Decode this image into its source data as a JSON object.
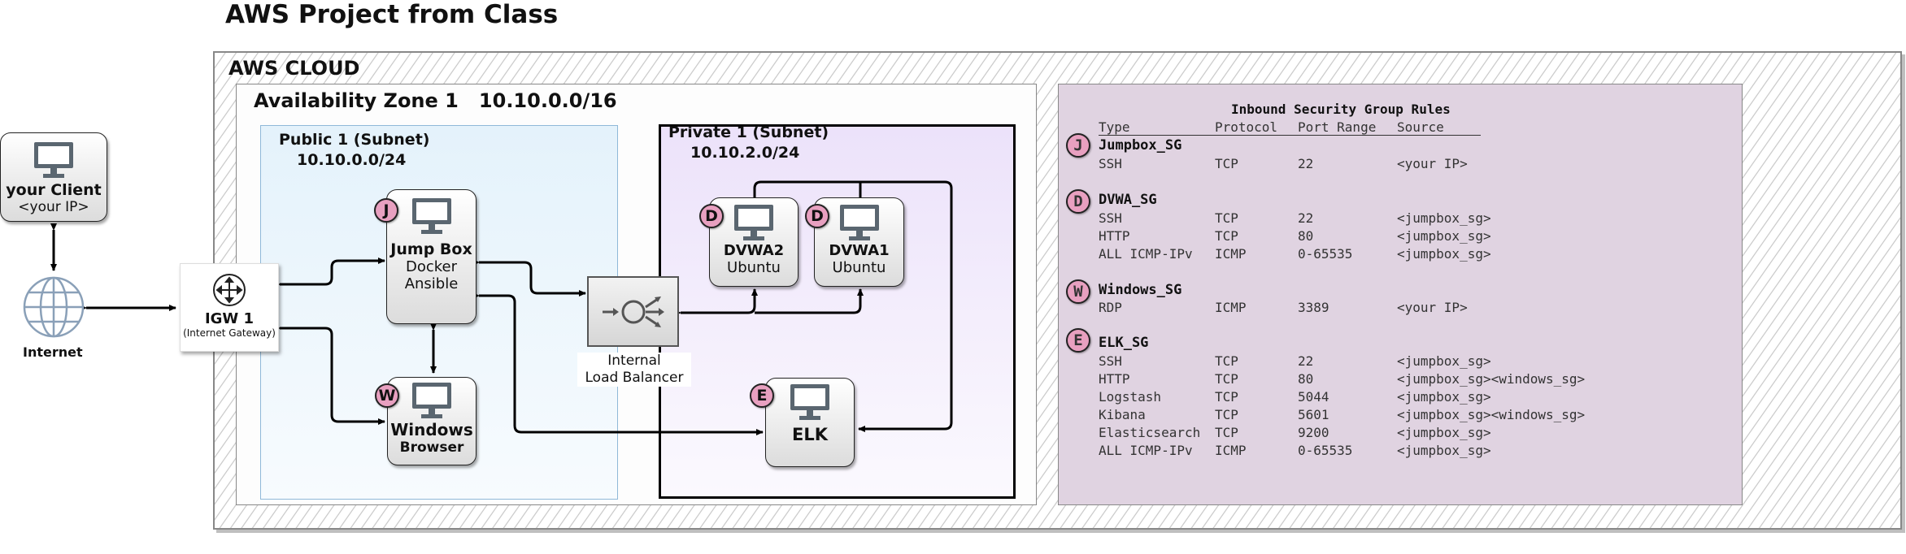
{
  "title": "AWS Project from Class",
  "cloud_label": "AWS CLOUD",
  "az_label": "Availability Zone 1   10.10.0.0/16",
  "public_subnet": {
    "name": "Public 1 (Subnet)",
    "cidr": "10.10.0.0/24"
  },
  "private_subnet": {
    "name": "Private 1 (Subnet)",
    "cidr": "10.10.2.0/24"
  },
  "client": {
    "title": "your Client",
    "subtitle": "<your IP>"
  },
  "internet": {
    "label": "Internet"
  },
  "igw": {
    "title": "IGW 1",
    "subtitle": "(Internet Gateway)"
  },
  "jumpbox": {
    "badge": "J",
    "title": "Jump Box",
    "line2": "Docker",
    "line3": "Ansible"
  },
  "windows": {
    "badge": "W",
    "title": "Windows",
    "subtitle": "Browser"
  },
  "load_balancer": {
    "line1": "Internal",
    "line2": "Load Balancer"
  },
  "dvwa2": {
    "badge": "D",
    "title": "DVWA2",
    "subtitle": "Ubuntu"
  },
  "dvwa1": {
    "badge": "D",
    "title": "DVWA1",
    "subtitle": "Ubuntu"
  },
  "elk": {
    "badge": "E",
    "title": "ELK"
  },
  "security_groups": {
    "title": "Inbound Security Group Rules",
    "headers": [
      "Type",
      "Protocol",
      "Port Range",
      "Source"
    ],
    "groups": [
      {
        "badge": "J",
        "name": "Jumpbox_SG",
        "rules": [
          [
            "SSH",
            "TCP",
            "22",
            "<your IP>"
          ]
        ]
      },
      {
        "badge": "D",
        "name": "DVWA_SG",
        "rules": [
          [
            "SSH",
            "TCP",
            "22",
            "<jumpbox_sg>"
          ],
          [
            "HTTP",
            "TCP",
            "80",
            "<jumpbox_sg>"
          ],
          [
            "ALL ICMP-IPv",
            "ICMP",
            "0-65535",
            "<jumpbox_sg>"
          ]
        ]
      },
      {
        "badge": "W",
        "name": "Windows_SG",
        "rules": [
          [
            "RDP",
            "ICMP",
            "3389",
            "<your IP>"
          ]
        ]
      },
      {
        "badge": "E",
        "name": "ELK_SG",
        "rules": [
          [
            "SSH",
            "TCP",
            "22",
            "<jumpbox_sg>"
          ],
          [
            "HTTP",
            "TCP",
            "80",
            "<jumpbox_sg><windows_sg>"
          ],
          [
            "Logstash",
            "TCP",
            "5044",
            "<jumpbox_sg>"
          ],
          [
            "Kibana",
            "TCP",
            "5601",
            "<jumpbox_sg><windows_sg>"
          ],
          [
            "Elasticsearch",
            "TCP",
            "9200",
            "<jumpbox_sg>"
          ],
          [
            "ALL ICMP-IPv",
            "ICMP",
            "0-65535",
            "<jumpbox_sg>"
          ]
        ]
      }
    ]
  },
  "icons": {
    "client": "monitor-icon",
    "internet": "globe-icon",
    "igw": "router-arrows-icon",
    "load_balancer": "load-balancer-icon",
    "servers": "monitor-icon"
  },
  "colors": {
    "badge_fill": "#e8a0c0",
    "public_subnet_fill": "#e4f2fb",
    "private_subnet_fill": "#ece2fa",
    "sg_panel_fill": "#e0d3e1",
    "monitor_fill": "#5a6670"
  }
}
